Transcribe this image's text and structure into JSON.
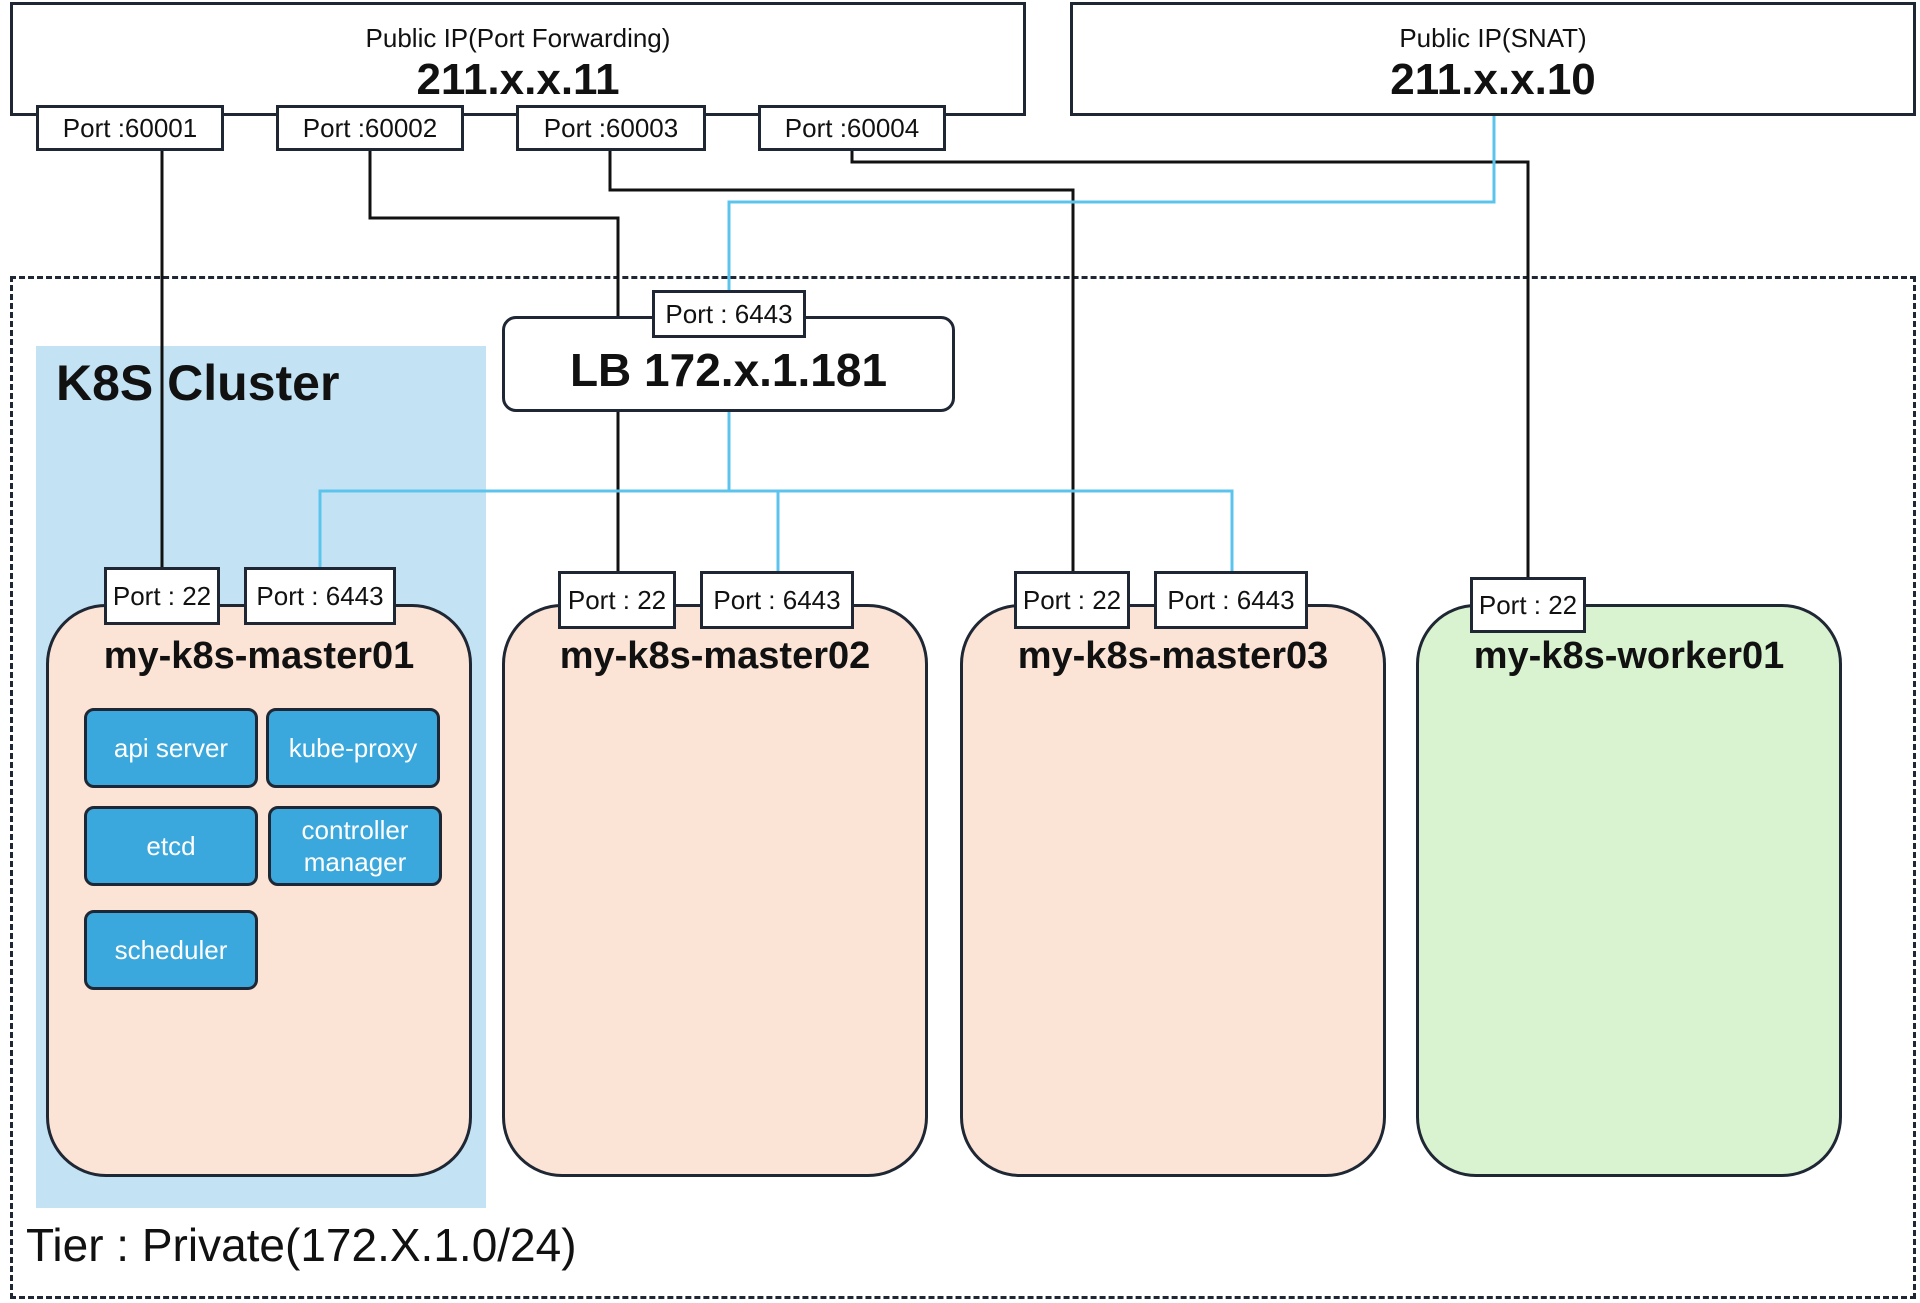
{
  "public_port_forwarding": {
    "label": "Public IP(Port Forwarding)",
    "ip": "211.x.x.11",
    "ports": [
      "Port :60001",
      "Port :60002",
      "Port :60003",
      "Port :60004"
    ]
  },
  "public_snat": {
    "label": "Public IP(SNAT)",
    "ip": "211.x.x.10"
  },
  "tier": {
    "label": "Tier : Private(172.X.1.0/24)"
  },
  "cluster": {
    "label": "K8S Cluster"
  },
  "lb": {
    "label": "LB 172.x.1.181",
    "port": "Port : 6443"
  },
  "nodes": [
    {
      "name": "my-k8s-master01",
      "ssh_port": "Port : 22",
      "api_port": "Port : 6443"
    },
    {
      "name": "my-k8s-master02",
      "ssh_port": "Port : 22",
      "api_port": "Port : 6443"
    },
    {
      "name": "my-k8s-master03",
      "ssh_port": "Port : 22",
      "api_port": "Port : 6443"
    },
    {
      "name": "my-k8s-worker01",
      "ssh_port": "Port : 22"
    }
  ],
  "components": [
    "api server",
    "kube-proxy",
    "etcd",
    "controller manager",
    "scheduler"
  ],
  "colors": {
    "line": "#111111",
    "snat_line": "#5cc4ec",
    "cluster_bg": "#c3e3f4",
    "master_bg": "#fbe3d6",
    "worker_bg": "#d9f2d0",
    "component_bg": "#3aa8dc"
  }
}
